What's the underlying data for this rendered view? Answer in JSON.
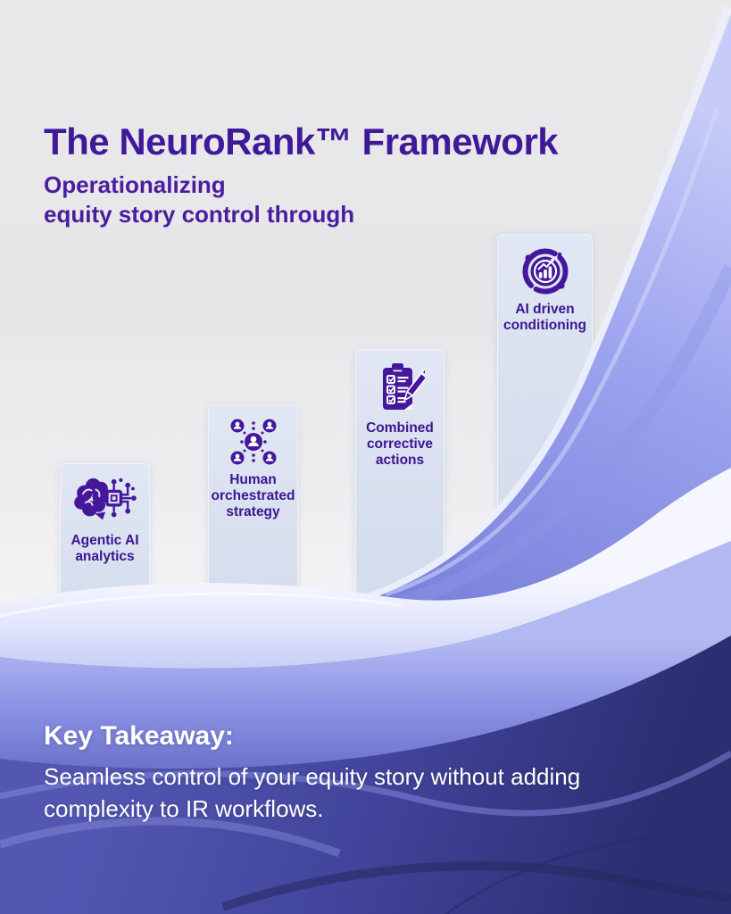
{
  "header": {
    "title": "The NeuroRank™ Framework",
    "subtitle_line1": "Operationalizing",
    "subtitle_line2": "equity story control through"
  },
  "framework_steps": [
    {
      "label": "Agentic AI analytics",
      "icon": "brain-circuit-icon"
    },
    {
      "label": "Human orchestrated strategy",
      "icon": "people-network-icon"
    },
    {
      "label": "Combined corrective actions",
      "icon": "clipboard-checklist-icon"
    },
    {
      "label": "AI driven conditioning",
      "icon": "chart-growth-icon"
    }
  ],
  "takeaway": {
    "heading": "Key Takeaway:",
    "body": "Seamless control of your equity story without adding complexity to IR workflows."
  },
  "colors": {
    "title_purple": "#3f1a98",
    "icon_purple": "#45189b",
    "bar_fill": "#d8dfee",
    "takeaway_text": "#ffffff",
    "wave_light": "#f6f7fe",
    "wave_mid": "#8990e2",
    "wave_deep": "#2c2e72"
  }
}
